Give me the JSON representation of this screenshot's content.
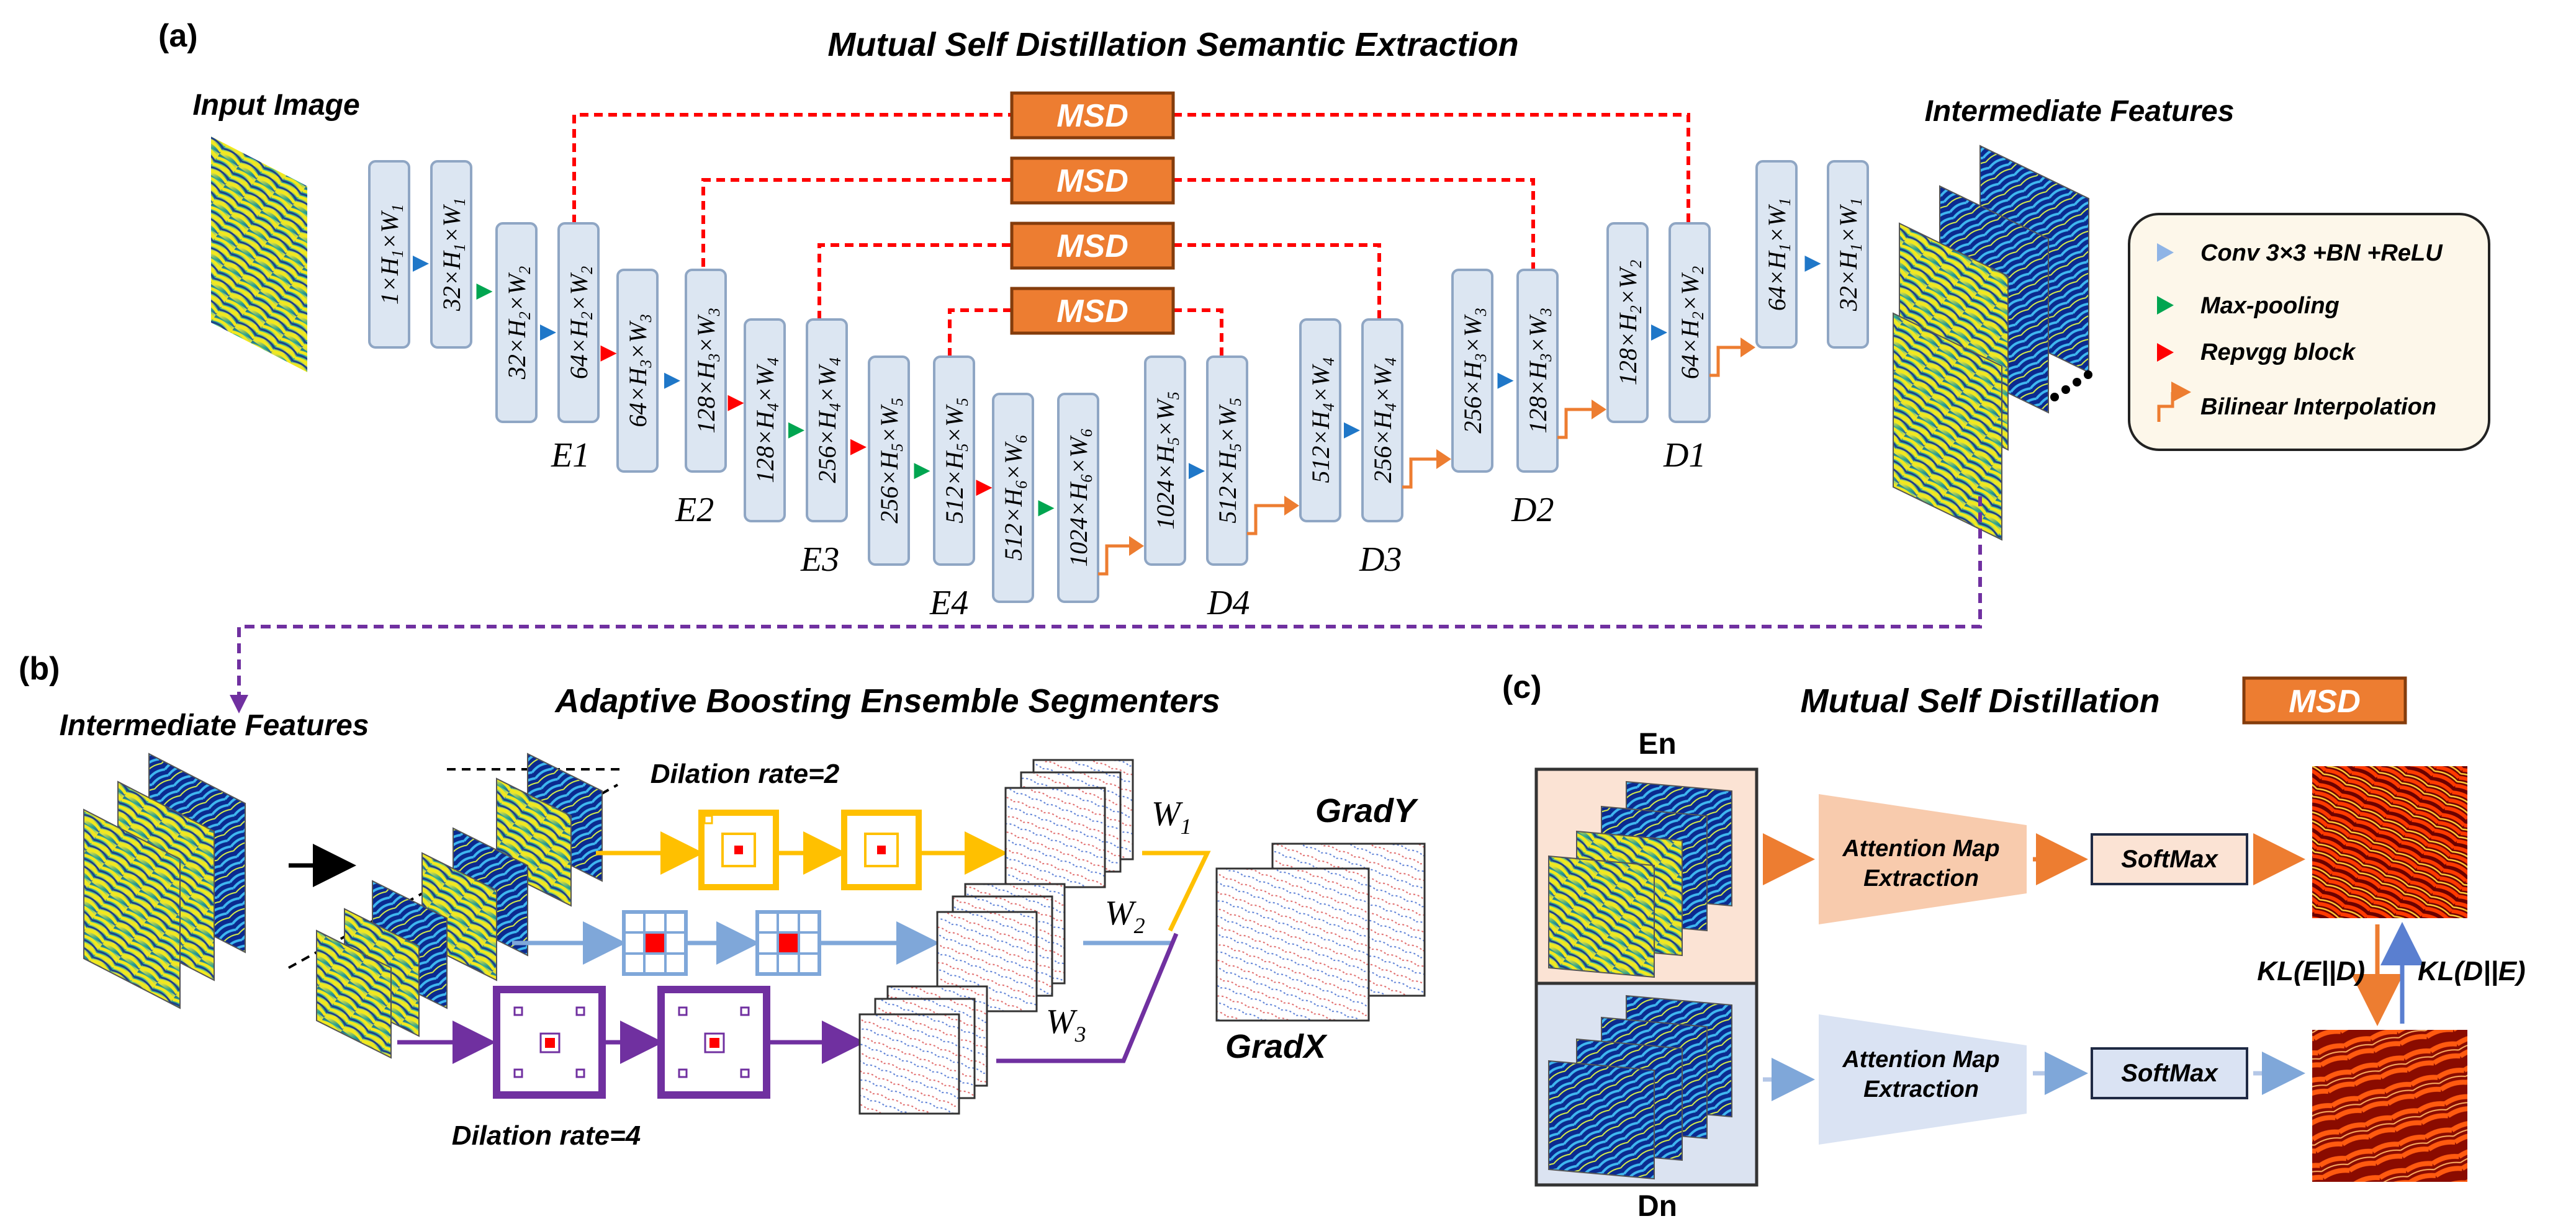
{
  "panel_a": {
    "label": "(a)",
    "title": "Mutual Self Distillation Semantic Extraction",
    "input_label": "Input Image",
    "output_label": "Intermediate Features",
    "msd_label": "MSD",
    "stages": {
      "e1": "E1",
      "e2": "E2",
      "e3": "E3",
      "e4": "E4",
      "d4": "D4",
      "d3": "D3",
      "d2": "D2",
      "d1": "D1"
    },
    "blocks": [
      {
        "n": "1",
        "h": "1",
        "w": "1"
      },
      {
        "n": "32",
        "h": "1",
        "w": "1"
      },
      {
        "n": "32",
        "h": "2",
        "w": "2"
      },
      {
        "n": "64",
        "h": "2",
        "w": "2"
      },
      {
        "n": "64",
        "h": "3",
        "w": "3"
      },
      {
        "n": "128",
        "h": "3",
        "w": "3"
      },
      {
        "n": "128",
        "h": "4",
        "w": "4"
      },
      {
        "n": "256",
        "h": "4",
        "w": "4"
      },
      {
        "n": "256",
        "h": "5",
        "w": "5"
      },
      {
        "n": "512",
        "h": "5",
        "w": "5"
      },
      {
        "n": "512",
        "h": "6",
        "w": "6"
      },
      {
        "n": "1024",
        "h": "6",
        "w": "6"
      },
      {
        "n": "1024",
        "h": "5",
        "w": "5"
      },
      {
        "n": "512",
        "h": "5",
        "w": "5"
      },
      {
        "n": "512",
        "h": "4",
        "w": "4"
      },
      {
        "n": "256",
        "h": "4",
        "w": "4"
      },
      {
        "n": "256",
        "h": "3",
        "w": "3"
      },
      {
        "n": "128",
        "h": "3",
        "w": "3"
      },
      {
        "n": "128",
        "h": "2",
        "w": "2"
      },
      {
        "n": "64",
        "h": "2",
        "w": "2"
      },
      {
        "n": "64",
        "h": "1",
        "w": "1"
      },
      {
        "n": "32",
        "h": "1",
        "w": "1"
      }
    ],
    "legend": {
      "conv": "Conv 3×3 +BN +ReLU",
      "maxpool": "Max-pooling",
      "repvgg": "Repvgg block",
      "bilinear": "Bilinear Interpolation"
    }
  },
  "panel_b": {
    "label": "(b)",
    "title": "Adaptive Boosting Ensemble Segmenters",
    "features_label": "Intermediate Features",
    "dilation_top": "Dilation rate=2",
    "dilation_bottom": "Dilation rate=4",
    "weights": [
      {
        "w": "W",
        "sub": "1"
      },
      {
        "w": "W",
        "sub": "2"
      },
      {
        "w": "W",
        "sub": "3"
      }
    ],
    "grad_y": "GradY",
    "grad_x": "GradX"
  },
  "panel_c": {
    "label": "(c)",
    "title": "Mutual Self Distillation",
    "msd_badge": "MSD",
    "en_label": "En",
    "dn_label": "Dn",
    "attention_top": [
      "Attention Map",
      "Extraction"
    ],
    "attention_bottom": [
      "Attention Map",
      "Extraction"
    ],
    "softmax": "SoftMax",
    "kl_ed": "KL(E||D)",
    "kl_de": "KL(D||E)"
  },
  "colors": {
    "block_fill": "#dce6f2",
    "block_stroke": "#8fa6c4",
    "msd_fill": "#ed7d31",
    "msd_stroke": "#843c0c",
    "skip_red": "#ff0000",
    "conv_blue": "#1f77c8",
    "maxpool_green": "#00a550",
    "repvgg_red": "#ff0000",
    "bilinear_orange": "#ed7d31",
    "purple": "#7030a0",
    "yellow": "#ffc000",
    "light_blue": "#7fa7d9",
    "legend_bg": "#fdf7ea"
  }
}
